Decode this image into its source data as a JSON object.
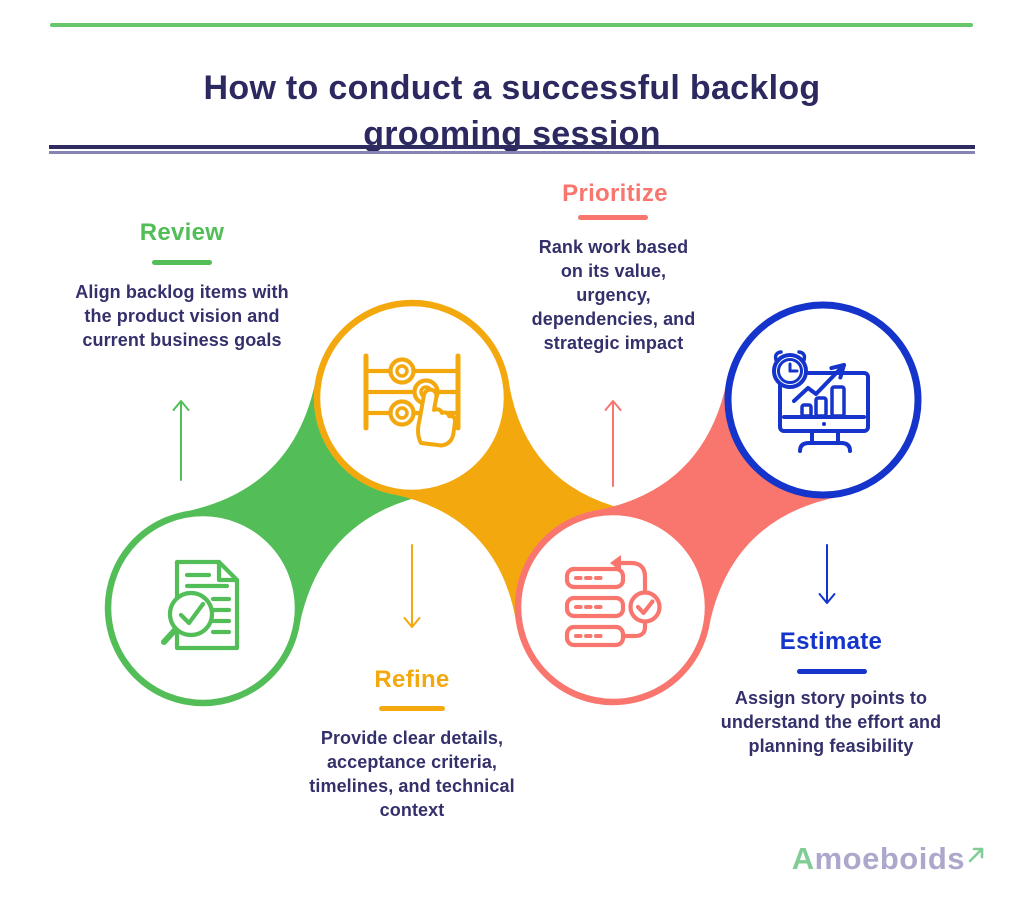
{
  "header": {
    "title": "How to conduct a successful backlog grooming session",
    "title_color": "#2B2960",
    "top_line_color": "#68C66B",
    "divider_color": "#2E2B61"
  },
  "steps": [
    {
      "label": "Review",
      "description": "Align backlog items with the product vision and current business goals",
      "color": "#53BE58",
      "icon": "document-magnifier-check-icon",
      "arrow_direction": "up",
      "circle_position": "bottom-left"
    },
    {
      "label": "Refine",
      "description": "Provide clear details, acceptance criteria, timelines, and technical context",
      "color": "#F3A90E",
      "icon": "abacus-pointing-hand-icon",
      "arrow_direction": "down",
      "circle_position": "top-middle-left"
    },
    {
      "label": "Prioritize",
      "description": "Rank work based on its value, urgency, dependencies, and strategic impact",
      "color": "#F8766D",
      "icon": "backlog-items-check-arrow-icon",
      "arrow_direction": "up",
      "circle_position": "bottom-middle-right"
    },
    {
      "label": "Estimate",
      "description": "Assign story points to understand the effort and planning feasibility",
      "color": "#1434CB",
      "icon": "monitor-chart-stopwatch-icon",
      "arrow_direction": "down",
      "circle_position": "top-right"
    }
  ],
  "footer": {
    "logo_first_letter": "A",
    "logo_rest": "moeboids",
    "logo_text_color": "#A8A4C9",
    "logo_accent_color": "#7CCB90"
  }
}
